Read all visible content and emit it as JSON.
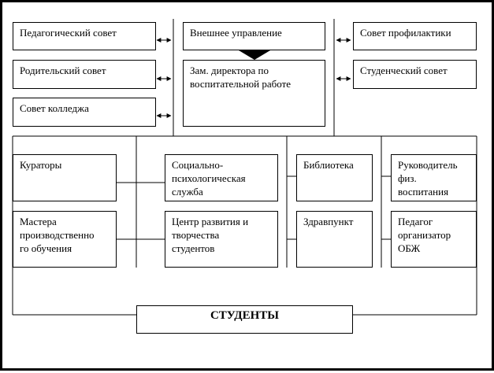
{
  "boxes": {
    "ped_sovet": "Педагогический совет",
    "rod_sovet": "Родительский совет",
    "sovet_colleja": "Совет колледжа",
    "vneshnee": "Внешнее управление",
    "zam_director": "Зам. директора по\nвоспитательной работе",
    "sovet_prof": "Совет профилактики",
    "stud_sovet": "Студенческий совет",
    "kuratory": "Кураторы",
    "mastera": "Мастера\nпроизводственно\nго обучения",
    "soc_psych": "Социально-\nпсихологическая\nслужба",
    "centr": "Центр развития и\nтворчества\nстудентов",
    "biblioteka": "Библиотека",
    "zdravpunkt": "Здравпункт",
    "ruk_fiz": "Руководитель\nфиз.\nвоспитания",
    "pedagog_obj": "Педагог\nорганизатор\nОБЖ",
    "studenty": "СТУДЕНТЫ"
  }
}
